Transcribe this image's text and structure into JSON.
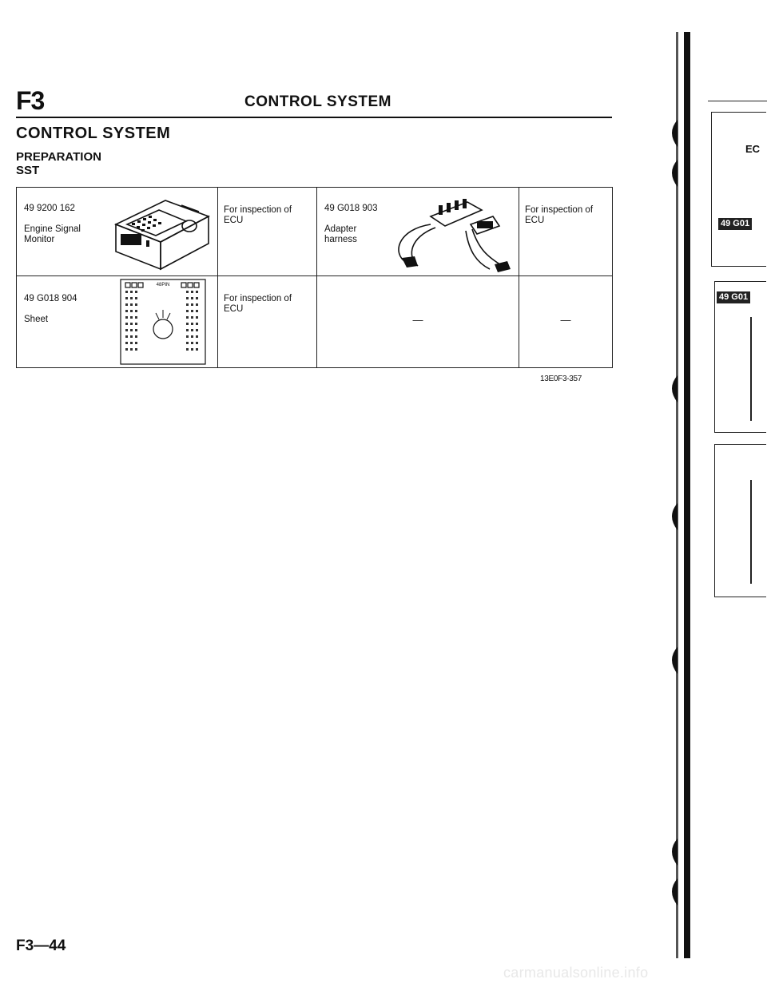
{
  "header": {
    "section_code": "F3",
    "title": "CONTROL SYSTEM"
  },
  "page_heading": "CONTROL SYSTEM",
  "subheading_line1": "PREPARATION",
  "subheading_line2": "SST",
  "tools": [
    {
      "part_no": "49 9200 162",
      "name": "Engine Signal Monitor",
      "purpose": "For inspection of ECU"
    },
    {
      "part_no": "49 G018 903",
      "name": "Adapter harness",
      "purpose": "For inspection of ECU"
    },
    {
      "part_no": "49 G018 904",
      "name": "Sheet",
      "purpose": "For inspection of ECU"
    }
  ],
  "empty_cell": "—",
  "sheet_label": "48PIN",
  "figure_code": "13E0F3-357",
  "page_number": "F3—44",
  "side_panel": {
    "label_top": "49 G01",
    "label_mid": "49 G01",
    "label_ec": "EC"
  },
  "watermark": "carmanualsonline.info"
}
